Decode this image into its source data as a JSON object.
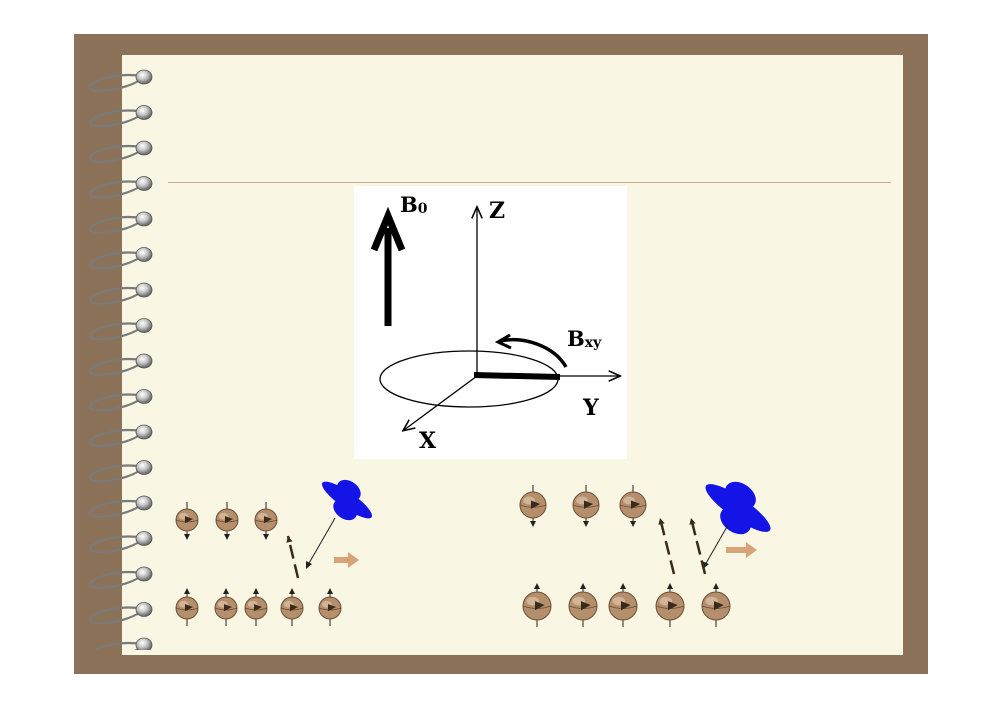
{
  "diagram": {
    "b0_label": "B",
    "b0_sub": "0",
    "z_label": "Z",
    "y_label": "Y",
    "x_label": "X",
    "bxy_label": "B",
    "bxy_sub": "xy"
  },
  "colors": {
    "frame": "#8b7259",
    "page": "#f9f7e3",
    "rule": "#c7ab93",
    "spin_fill": "#b58f6c",
    "photon": "#1414e6",
    "flow_arrow": "#d7a47a"
  },
  "panels": [
    {
      "name": "left-spin-panel",
      "upper_spins": 3,
      "lower_spins": 5
    },
    {
      "name": "right-spin-panel",
      "upper_spins": 3,
      "lower_spins": 5
    }
  ]
}
